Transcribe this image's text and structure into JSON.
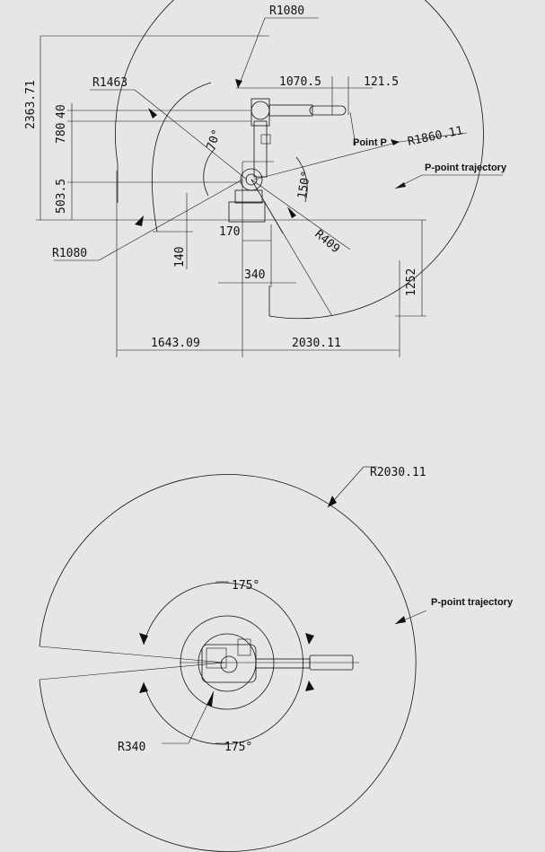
{
  "side_view": {
    "dims": {
      "r1080_top": "R1080",
      "r1463": "R1463",
      "d1070": "1070.5",
      "d121": "121.5",
      "r1860": "R1860.11",
      "d2363": "2363.71",
      "d780": "780",
      "d40": "40",
      "d503": "503.5",
      "a70": "70°",
      "a150": "150°",
      "r1080_bottom": "R1080",
      "d170": "170",
      "r409": "R409",
      "d140": "140",
      "d340": "340",
      "d1252": "1252",
      "d1643": "1643.09",
      "d2030": "2030.11"
    },
    "point_p_label": "Point P",
    "trajectory_label": "P-point trajectory"
  },
  "top_view": {
    "dims": {
      "r2030": "R2030.11",
      "a175_top": "175°",
      "a175_bottom": "175°",
      "r340": "R340"
    },
    "trajectory_label": "P-point trajectory"
  }
}
